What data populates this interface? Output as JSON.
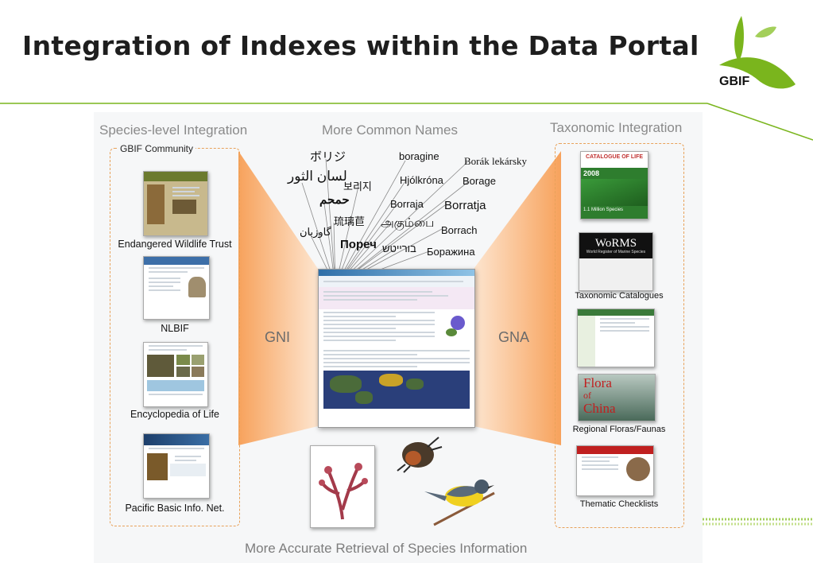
{
  "title": "Integration of Indexes within the Data Portal",
  "logo": {
    "text": "GBIF",
    "colors": {
      "leaf": "#7ab51d",
      "leaf_light": "#a3cf5a"
    }
  },
  "accent_line_color": "#7ab51d",
  "left": {
    "heading": "Species-level Integration",
    "box_label": "GBIF Community",
    "items": [
      {
        "label": "Endangered Wildlife Trust"
      },
      {
        "label": "NLBIF"
      },
      {
        "label": "Encyclopedia of Life"
      },
      {
        "label": "Pacific Basic Info. Net."
      }
    ]
  },
  "center": {
    "heading": "More Common Names",
    "names": [
      "ボリジ",
      "لسان الثور",
      "보리지",
      "حمحم",
      "琉璃苣",
      "گاوزبان",
      "Пореч",
      "boragine",
      "Hjólkróna",
      "Borraja",
      "அகும்பை",
      "בורייטש",
      "Borák lekársky",
      "Borage",
      "Borratja",
      "Borrach",
      "Боражина"
    ],
    "gni_label": "GNI",
    "gna_label": "GNA",
    "bottom_note": "More Accurate Retrieval of Species Information"
  },
  "right": {
    "heading": "Taxonomic Integration",
    "items": [
      {
        "label": "Taxonomic Catalogues"
      },
      {
        "label": "Regional Floras/Faunas"
      },
      {
        "label": "Thematic Checklists"
      }
    ],
    "thumbs": {
      "col_title": "CATALOGUE OF LIFE",
      "col_year": "2008",
      "col_sub": "1.1 Million Species",
      "worms": "WoRMS",
      "worms_sub": "World Register of Marine Species",
      "flora": "Flora",
      "of": "of",
      "china": "China"
    }
  }
}
